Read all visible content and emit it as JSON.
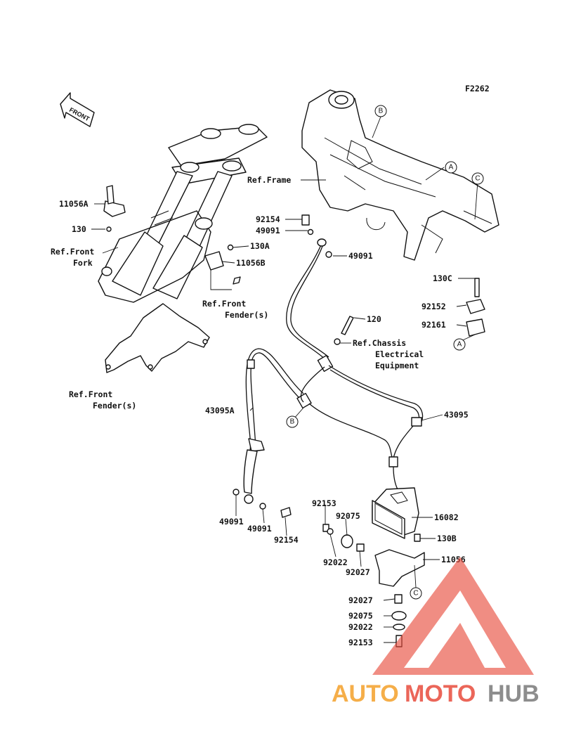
{
  "figure_code": "F2262",
  "front_arrow": "FRONT",
  "labels": {
    "p11056A": "11056A",
    "p130": "130",
    "ref_front_fork_1": "Ref.Front",
    "ref_front_fork_2": "Fork",
    "ref_frame": "Ref.Frame",
    "p92154_top": "92154",
    "p49091_top": "49091",
    "p49091_right": "49091",
    "p130A": "130A",
    "p11056B": "11056B",
    "ref_front_fender_top_1": "Ref.Front",
    "ref_front_fender_top_2": "Fender(s)",
    "p130C": "130C",
    "p92152": "92152",
    "p92161": "92161",
    "p120": "120",
    "ref_chassis_1": "Ref.Chassis",
    "ref_chassis_2": "Electrical",
    "ref_chassis_3": "Equipment",
    "ref_front_fender_bottom_1": "Ref.Front",
    "ref_front_fender_bottom_2": "Fender(s)",
    "p43095A": "43095A",
    "p43095": "43095",
    "p92153_top": "92153",
    "p92075_top": "92075",
    "p16082": "16082",
    "p130B": "130B",
    "p92022_top": "92022",
    "p92027_top": "92027",
    "p11056": "11056",
    "p49091_bl": "49091",
    "p49091_bm": "49091",
    "p92154_bottom": "92154",
    "p92027_bottom": "92027",
    "p92075_bottom": "92075",
    "p92022_bottom": "92022",
    "p92153_bottom": "92153"
  },
  "callouts": {
    "A1": "A",
    "A2": "A",
    "B1": "B",
    "B2": "B",
    "C1": "C",
    "C2": "C"
  },
  "watermark": {
    "auto": "AUTO",
    "moto": "MOTO",
    "hub": "HUB",
    "color_auto": "#f4a02a",
    "color_moto": "#e84c3d",
    "color_hub": "#7a7a7a"
  }
}
